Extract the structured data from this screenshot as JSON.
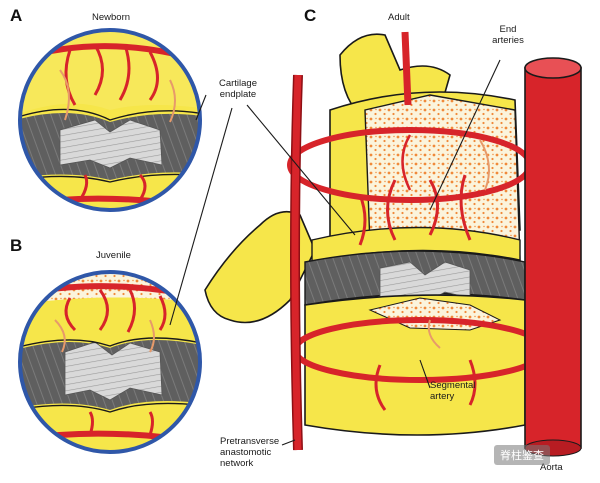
{
  "panels": {
    "a": {
      "letter": "A",
      "caption": "Newborn"
    },
    "b": {
      "letter": "B",
      "caption": "Juvenile"
    },
    "c": {
      "letter": "C",
      "caption": "Adult"
    }
  },
  "labels": {
    "cartilage_line1": "Cartilage",
    "cartilage_line2": "endplate",
    "end_line1": "End",
    "end_line2": "arteries",
    "segmental_line1": "Segmental",
    "segmental_line2": "artery",
    "pretransverse_line1": "Pretransverse",
    "pretransverse_line2": "anastomotic",
    "pretransverse_line3": "network",
    "aorta": "Aorta"
  },
  "watermark": "脊柱鉴查",
  "colors": {
    "artery": "#d7242a",
    "artery_dark": "#8e0f14",
    "bone": "#f6e64a",
    "bone_shade": "#e6cc2a",
    "cancellous": "#f3a15a",
    "disc_gray": "#6b6b6b",
    "disc_light": "#d6d6d6",
    "outline": "#1a1a1a",
    "circle_border": "#2f57a8"
  }
}
